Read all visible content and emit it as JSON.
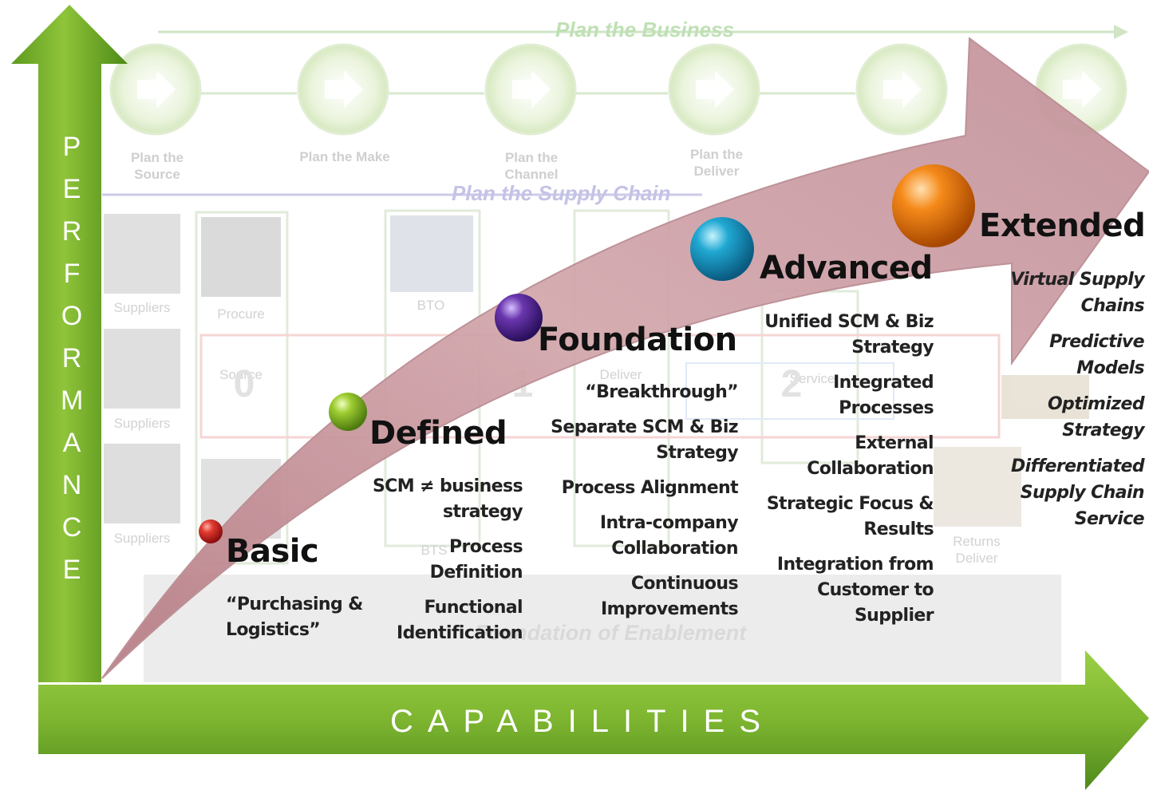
{
  "background": {
    "plan_business": "Plan the Business",
    "plan_supply_chain": "Plan the Supply Chain",
    "foundation_enablement": "Foundation of Enablement",
    "plan_labels": [
      "Plan the Source",
      "Plan the Make",
      "Plan the Channel",
      "Plan the Deliver"
    ],
    "node_labels": [
      "Suppliers",
      "Suppliers",
      "Suppliers",
      "Procure",
      "Source",
      "BTO",
      "BTS",
      "Deliver",
      "Service",
      "Returns Deliver"
    ],
    "digits": [
      "0",
      "1",
      "2"
    ]
  },
  "axes": {
    "y_label_letters": [
      "P",
      "E",
      "R",
      "F",
      "O",
      "R",
      "M",
      "A",
      "N",
      "C",
      "E"
    ],
    "x_label": "CAPABILITIES"
  },
  "stages": [
    {
      "title": "Basic",
      "items": [
        "“Purchasing & Logistics”"
      ]
    },
    {
      "title": "Defined",
      "items": [
        "SCM ≠ business strategy",
        "Process Definition",
        "Functional Identification"
      ]
    },
    {
      "title": "Foundation",
      "items": [
        "“Breakthrough”",
        "Separate SCM & Biz Strategy",
        "Process Alignment",
        "Intra-company Collaboration",
        "Continuous Improvements"
      ]
    },
    {
      "title": "Advanced",
      "items": [
        "Unified SCM & Biz Strategy",
        "Integrated Processes",
        "External Collaboration",
        "Strategic Focus & Results",
        "Integration from Customer to Supplier"
      ]
    },
    {
      "title": "Extended",
      "items": [
        "Virtual Supply Chains",
        "Predictive Models",
        "Optimized Strategy",
        "Differentiated Supply Chain Service"
      ]
    }
  ],
  "colors": {
    "arrow_green": "#7db530",
    "arrow_green_dark": "#4f8a1c",
    "curve_fill": "#c99aa0",
    "sphere_basic": "#d42a2a",
    "sphere_defined": "#8cc02a",
    "sphere_foundation": "#5b2e9a",
    "sphere_advanced": "#1aa0c8",
    "sphere_extended": "#f27d12"
  }
}
